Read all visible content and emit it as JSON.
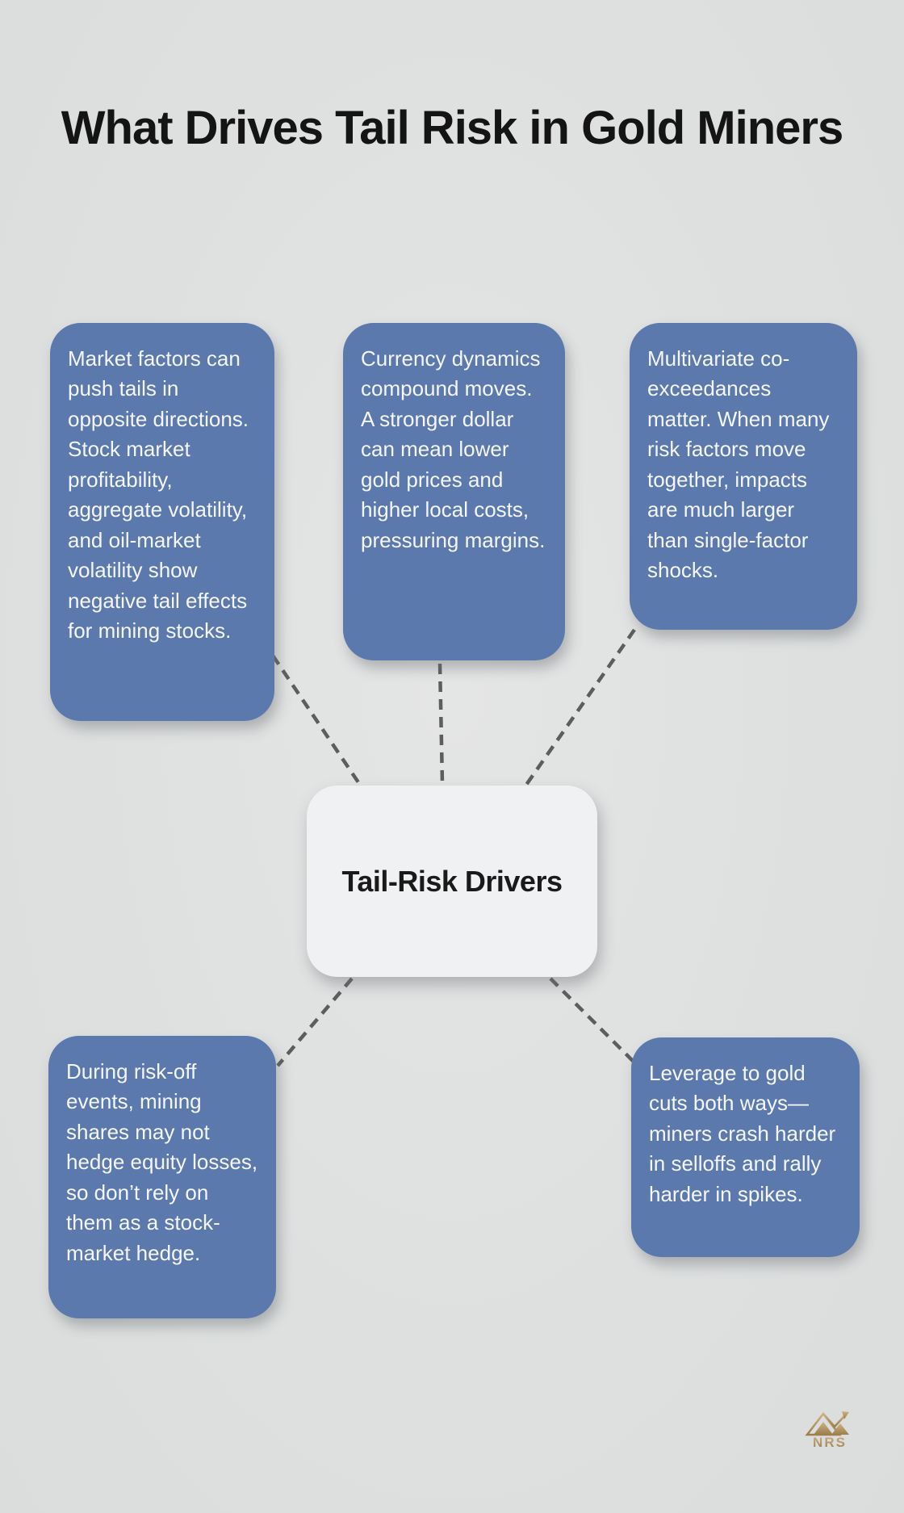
{
  "title": "What Drives Tail Risk in Gold Miners",
  "center_node": {
    "label": "Tail-Risk Drivers"
  },
  "branch_nodes": [
    {
      "id": "market-factors",
      "text": "Market factors can push tails in opposite directions. Stock market profitability, aggregate volatility, and oil-market volatility show negative tail effects for mining stocks."
    },
    {
      "id": "currency-dynamics",
      "text": "Currency dynamics compound moves. A stronger dollar can mean lower gold prices and higher local costs, pressuring margins."
    },
    {
      "id": "multivariate-co-exceedances",
      "text": "Multivariate co-exceedances matter. When many risk factors move together, impacts are much larger than single-factor shocks."
    },
    {
      "id": "risk-off-hedge",
      "text": "During risk-off events, mining shares may not hedge equity losses, so don’t rely on them as a stock-market hedge."
    },
    {
      "id": "leverage-to-gold",
      "text": "Leverage to gold cuts both ways—miners crash harder in selloffs and rally harder in spikes."
    }
  ],
  "logo": {
    "text": "NRS"
  },
  "colors": {
    "background": "#dfe1e1",
    "branch_node_fill": "#5b79ac",
    "branch_node_text": "#f4f6f9",
    "center_node_fill": "#f0f1f3",
    "center_node_text": "#1a1a1a",
    "connector": "#5d5d5d",
    "title_text": "#141414",
    "logo_gold_light": "#cdb286",
    "logo_gold_dark": "#9d7e4c"
  }
}
